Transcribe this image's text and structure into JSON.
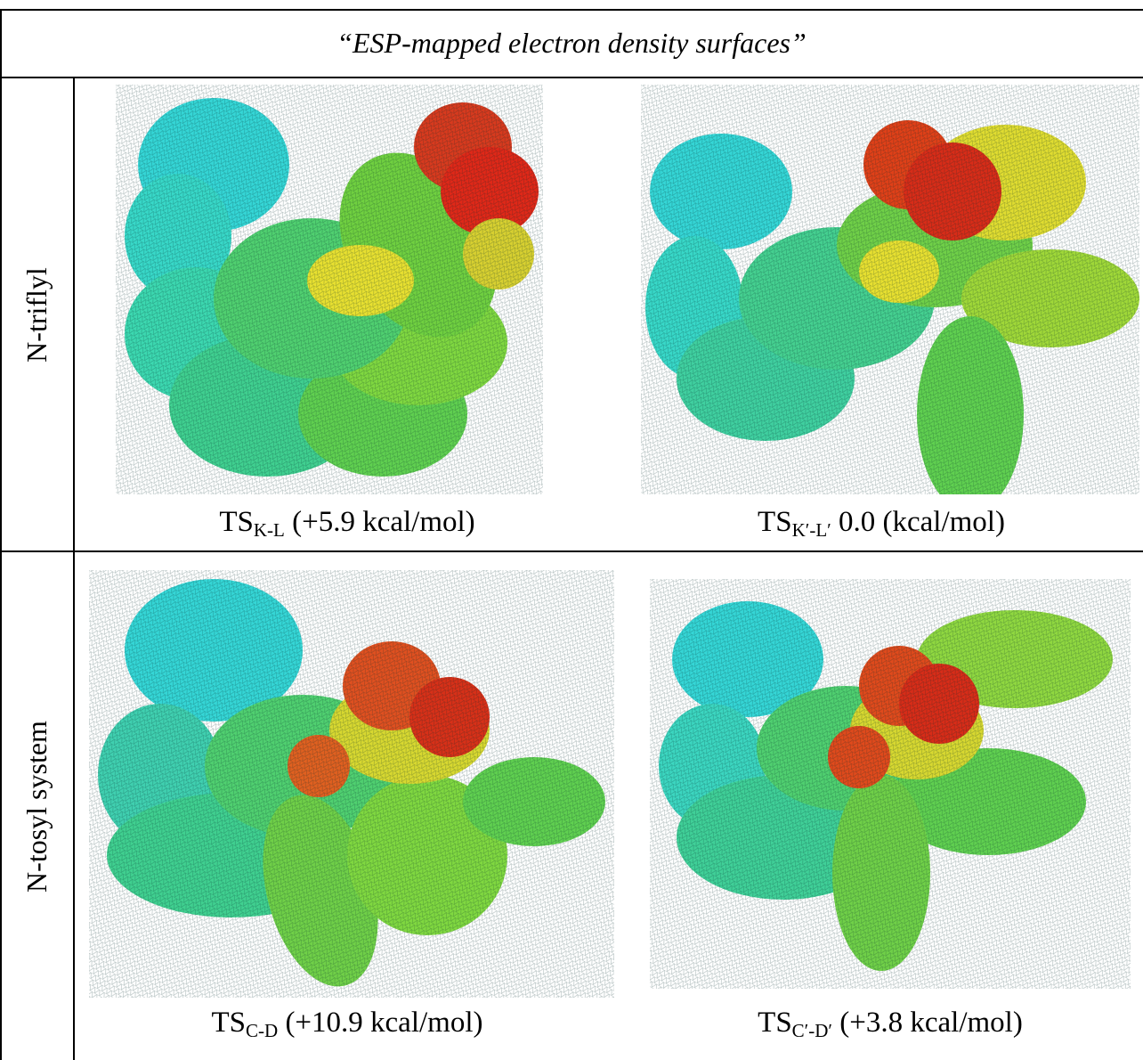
{
  "title": "“ESP-mapped electron density surfaces”",
  "rows": [
    {
      "label": "N-triflyl"
    },
    {
      "label": "N-tosyl system"
    }
  ],
  "panels": [
    {
      "ts": "TS",
      "sub": "K-L",
      "energy": " (+5.9 kcal/mol)"
    },
    {
      "ts": "TS",
      "sub": "K′-L′",
      "energy": " 0.0 (kcal/mol)"
    },
    {
      "ts": "TS",
      "sub": "C-D",
      "energy": " (+10.9 kcal/mol)"
    },
    {
      "ts": "TS",
      "sub": "C′-D′",
      "energy": " (+3.8 kcal/mol)"
    }
  ],
  "colors": {
    "esp_negative": "#e02010",
    "esp_mid_negative": "#e8e020",
    "esp_neutral": "#40d040",
    "esp_positive": "#30d8d8",
    "border": "#000000"
  }
}
